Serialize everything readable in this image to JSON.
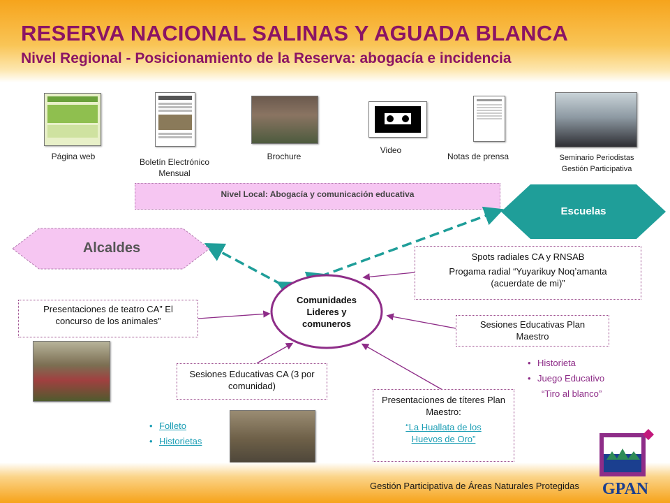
{
  "header": {
    "title": "RESERVA NACIONAL SALINAS Y AGUADA BLANCA",
    "subtitle": "Nivel Regional - Posicionamiento de la Reserva: abogacía e incidencia"
  },
  "regional_media": [
    {
      "label": "Página web"
    },
    {
      "label": "Boletín Electrónico Mensual"
    },
    {
      "label": "Brochure"
    },
    {
      "label": "Video"
    },
    {
      "label": "Notas de prensa"
    },
    {
      "label": "Seminario Periodistas Gestión Participativa"
    }
  ],
  "local_level": {
    "label": "Nivel Local: Abogacía y comunicación educativa"
  },
  "alcaldes": {
    "label": "Alcaldes"
  },
  "escuelas": {
    "label": "Escuelas"
  },
  "center": {
    "label": "Comunidades Lideres y comuneros"
  },
  "radio": {
    "line1": "Spots radiales CA y RNSAB",
    "line2": "Progama radial “Yuyarikuy Noq’amanta (acuerdate de mi)”"
  },
  "teatro": {
    "label": "Presentaciones de teatro CA” El concurso de los animales”"
  },
  "sesiones_plan": {
    "label": "Sesiones Educativas Plan Maestro"
  },
  "sesiones_ca": {
    "label": "Sesiones Educativas CA (3 por comunidad)"
  },
  "titeres": {
    "label": "Presentaciones de títeres Plan Maestro:",
    "link": "“La Huallata de los Huevos de Oro”"
  },
  "school_materials": {
    "items": [
      "Historieta",
      "Juego Educativo"
    ],
    "extra": "“Tiro al blanco”"
  },
  "community_materials": {
    "items": [
      "Folleto",
      "Historietas"
    ]
  },
  "footer": {
    "text": "Gestión Participativa de Áreas Naturales Protegidas",
    "logo": "GPAN"
  },
  "colors": {
    "title": "#8b1464",
    "teal": "#1f9e99",
    "purple": "#8e2d88",
    "pink": "#f6c6f2"
  }
}
